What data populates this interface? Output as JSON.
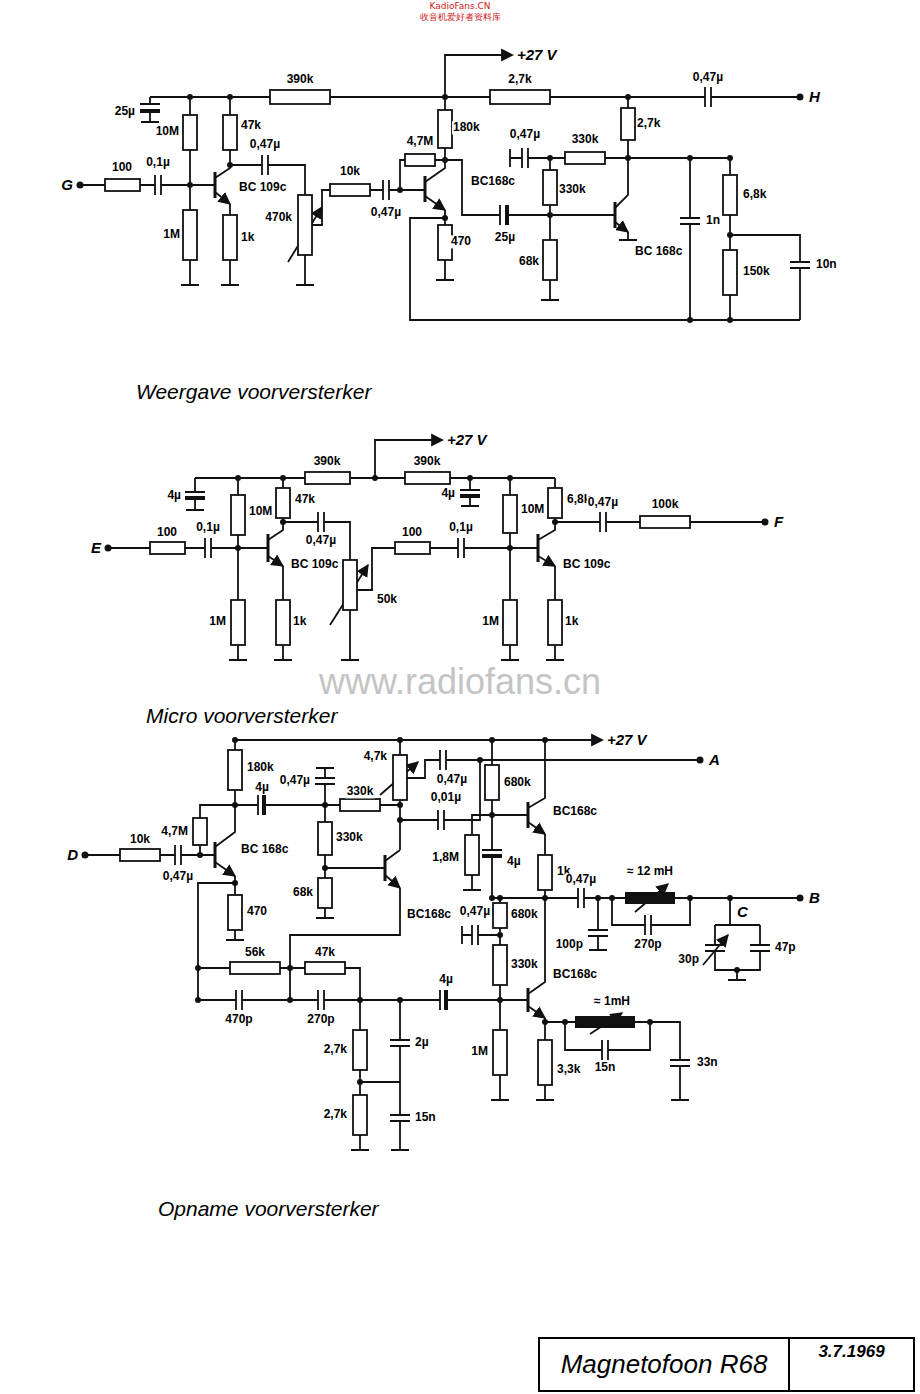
{
  "diagram": {
    "nodes": [
      {
        "text": [
          "Magnetofoon R68"
        ]
      },
      {
        "text": [
          "3.7.1969"
        ]
      }
    ],
    "labels": [
      "KadioFans.CN",
      "收音机爱好者资料库",
      "+27 V",
      "390k",
      "2,7k",
      "0,47µ",
      "H",
      "25µ",
      "10M",
      "47k",
      "180k",
      "4,7M",
      "0,47µ",
      "330k",
      "2,7k",
      "0,47µ",
      "100",
      "0,1µ",
      "G",
      "BC 109c",
      "10k",
      "BC168c",
      "330k",
      "6,8k",
      "470k",
      "0,47µ",
      "1n",
      "25µ",
      "470",
      "68k",
      "BC 168c",
      "1M",
      "1k",
      "150k",
      "10n",
      "Weergave voorversterker",
      "+27 V",
      "390k",
      "390k",
      "4µ",
      "10M",
      "47k",
      "4µ",
      "10M",
      "6,8k",
      "E",
      "100",
      "0,1µ",
      "0,47µ",
      "BC 109c",
      "100",
      "0,1µ",
      "0,47µ",
      "100k",
      "F",
      "BC 109c",
      "50k",
      "1M",
      "1k",
      "1M",
      "1k",
      "www.radiofans.cn",
      "Micro voorversterker",
      "+27 V",
      "180k",
      "4,7k",
      "A",
      "0,47µ",
      "4µ",
      "0,47µ",
      "680k",
      "330k",
      "0,01µ",
      "4,7M",
      "BC168c",
      "330k",
      "D",
      "10k",
      "BC 168c",
      "1,8M",
      "4µ",
      "1k",
      "0,47µ",
      "0,47µ",
      "≈ 12 mH",
      "B",
      "68k",
      "470",
      "0,47µ",
      "680k",
      "C",
      "BC168c",
      "100p",
      "270p",
      "47p",
      "56k",
      "47k",
      "330k",
      "30p",
      "BC168c",
      "4µ",
      "≈ 1mH",
      "470p",
      "270p",
      "2,7k",
      "2µ",
      "1M",
      "3,3k",
      "15n",
      "33n",
      "2,7k",
      "15n",
      "Opname voorversterker"
    ]
  }
}
